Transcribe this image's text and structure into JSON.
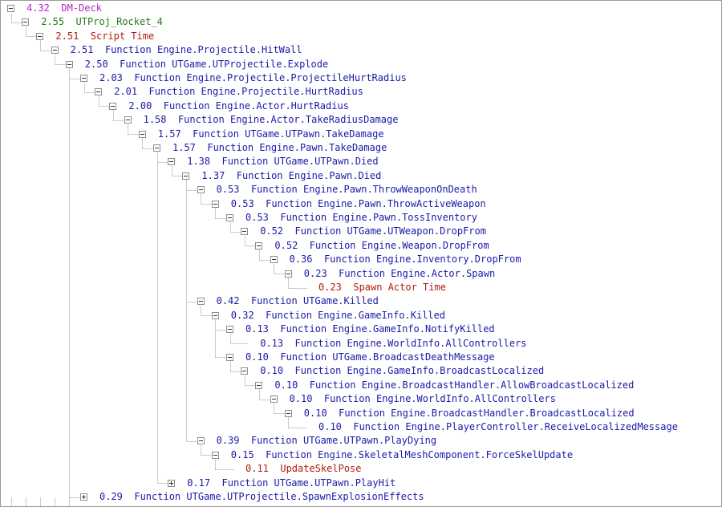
{
  "colors": {
    "root": "#b325c7",
    "level1": "#207b17",
    "stat": "#b21a12",
    "function": "#1a1aa8",
    "tree_line": "#9a9a9a",
    "border": "#9a9a9a"
  },
  "tree": [
    {
      "depth": 0,
      "text": "4.32  DM-Deck",
      "color": "purple",
      "toggle": "minus"
    },
    {
      "depth": 1,
      "text": "2.55  UTProj_Rocket_4",
      "color": "green",
      "toggle": "minus"
    },
    {
      "depth": 2,
      "text": "2.51  Script Time",
      "color": "red",
      "toggle": "minus"
    },
    {
      "depth": 3,
      "text": "2.51  Function Engine.Projectile.HitWall",
      "color": "blue",
      "toggle": "minus"
    },
    {
      "depth": 4,
      "text": "2.50  Function UTGame.UTProjectile.Explode",
      "color": "blue",
      "toggle": "minus"
    },
    {
      "depth": 5,
      "text": "2.03  Function Engine.Projectile.ProjectileHurtRadius",
      "color": "blue",
      "toggle": "minus"
    },
    {
      "depth": 6,
      "text": "2.01  Function Engine.Projectile.HurtRadius",
      "color": "blue",
      "toggle": "minus"
    },
    {
      "depth": 7,
      "text": "2.00  Function Engine.Actor.HurtRadius",
      "color": "blue",
      "toggle": "minus"
    },
    {
      "depth": 8,
      "text": "1.58  Function Engine.Actor.TakeRadiusDamage",
      "color": "blue",
      "toggle": "minus"
    },
    {
      "depth": 9,
      "text": "1.57  Function UTGame.UTPawn.TakeDamage",
      "color": "blue",
      "toggle": "minus"
    },
    {
      "depth": 10,
      "text": "1.57  Function Engine.Pawn.TakeDamage",
      "color": "blue",
      "toggle": "minus"
    },
    {
      "depth": 11,
      "text": "1.38  Function UTGame.UTPawn.Died",
      "color": "blue",
      "toggle": "minus"
    },
    {
      "depth": 12,
      "text": "1.37  Function Engine.Pawn.Died",
      "color": "blue",
      "toggle": "minus"
    },
    {
      "depth": 13,
      "text": "0.53  Function Engine.Pawn.ThrowWeaponOnDeath",
      "color": "blue",
      "toggle": "minus"
    },
    {
      "depth": 14,
      "text": "0.53  Function Engine.Pawn.ThrowActiveWeapon",
      "color": "blue",
      "toggle": "minus"
    },
    {
      "depth": 15,
      "text": "0.53  Function Engine.Pawn.TossInventory",
      "color": "blue",
      "toggle": "minus"
    },
    {
      "depth": 16,
      "text": "0.52  Function UTGame.UTWeapon.DropFrom",
      "color": "blue",
      "toggle": "minus"
    },
    {
      "depth": 17,
      "text": "0.52  Function Engine.Weapon.DropFrom",
      "color": "blue",
      "toggle": "minus"
    },
    {
      "depth": 18,
      "text": "0.36  Function Engine.Inventory.DropFrom",
      "color": "blue",
      "toggle": "minus"
    },
    {
      "depth": 19,
      "text": "0.23  Function Engine.Actor.Spawn",
      "color": "blue",
      "toggle": "minus"
    },
    {
      "depth": 20,
      "text": "0.23  Spawn Actor Time",
      "color": "red",
      "toggle": "none"
    },
    {
      "depth": 13,
      "text": "0.42  Function UTGame.Killed",
      "color": "blue",
      "toggle": "minus"
    },
    {
      "depth": 14,
      "text": "0.32  Function Engine.GameInfo.Killed",
      "color": "blue",
      "toggle": "minus"
    },
    {
      "depth": 15,
      "text": "0.13  Function Engine.GameInfo.NotifyKilled",
      "color": "blue",
      "toggle": "minus"
    },
    {
      "depth": 16,
      "text": "0.13  Function Engine.WorldInfo.AllControllers",
      "color": "blue",
      "toggle": "none"
    },
    {
      "depth": 15,
      "text": "0.10  Function UTGame.BroadcastDeathMessage",
      "color": "blue",
      "toggle": "minus"
    },
    {
      "depth": 16,
      "text": "0.10  Function Engine.GameInfo.BroadcastLocalized",
      "color": "blue",
      "toggle": "minus"
    },
    {
      "depth": 17,
      "text": "0.10  Function Engine.BroadcastHandler.AllowBroadcastLocalized",
      "color": "blue",
      "toggle": "minus"
    },
    {
      "depth": 18,
      "text": "0.10  Function Engine.WorldInfo.AllControllers",
      "color": "blue",
      "toggle": "minus"
    },
    {
      "depth": 19,
      "text": "0.10  Function Engine.BroadcastHandler.BroadcastLocalized",
      "color": "blue",
      "toggle": "minus"
    },
    {
      "depth": 20,
      "text": "0.10  Function Engine.PlayerController.ReceiveLocalizedMessage",
      "color": "blue",
      "toggle": "none"
    },
    {
      "depth": 13,
      "text": "0.39  Function UTGame.UTPawn.PlayDying",
      "color": "blue",
      "toggle": "minus"
    },
    {
      "depth": 14,
      "text": "0.15  Function Engine.SkeletalMeshComponent.ForceSkelUpdate",
      "color": "blue",
      "toggle": "minus"
    },
    {
      "depth": 15,
      "text": "0.11  UpdateSkelPose",
      "color": "red",
      "toggle": "none"
    },
    {
      "depth": 11,
      "text": "0.17  Function UTGame.UTPawn.PlayHit",
      "color": "blue",
      "toggle": "plus"
    },
    {
      "depth": 5,
      "text": "0.29  Function UTGame.UTProjectile.SpawnExplosionEffects",
      "color": "blue",
      "toggle": "plus"
    }
  ]
}
